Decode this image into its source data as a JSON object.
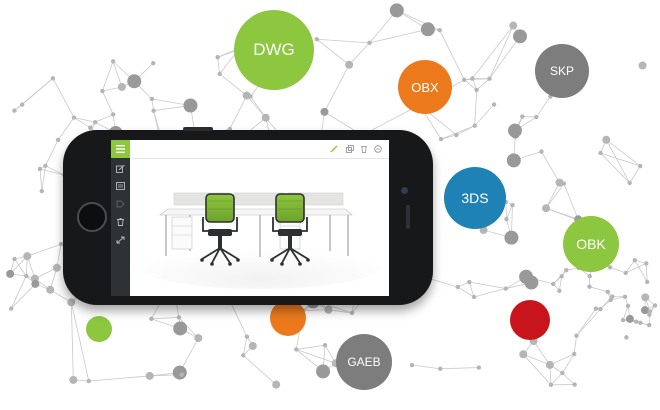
{
  "bubbles": {
    "dwg": {
      "label": "DWG",
      "color": "#8dc63f"
    },
    "obx": {
      "label": "OBX",
      "color": "#ec7a1d"
    },
    "skp": {
      "label": "SKP",
      "color": "#7d7d7d"
    },
    "3ds": {
      "label": "3DS",
      "color": "#1f82b5"
    },
    "obk": {
      "label": "OBK",
      "color": "#8dc63f"
    },
    "gaeb": {
      "label": "GAEB",
      "color": "#7d7d7d"
    },
    "red": {
      "label": "",
      "color": "#c8151b"
    },
    "orange_small": {
      "label": "",
      "color": "#ec7a1d"
    },
    "green_small": {
      "label": "",
      "color": "#8dc63f"
    }
  },
  "app": {
    "accent": "#8dc63f",
    "sidebar_icons": [
      "menu-icon",
      "edit-icon",
      "list-icon",
      "tag-icon",
      "trash-icon",
      "transform-icon"
    ],
    "toolbar_icons": [
      "brush-icon",
      "copy-icon",
      "trash-icon",
      "zoom-out-icon"
    ]
  },
  "network_colors": {
    "line": "#c9c9c9",
    "node": "#b5b5b5",
    "node_dark": "#999999"
  }
}
